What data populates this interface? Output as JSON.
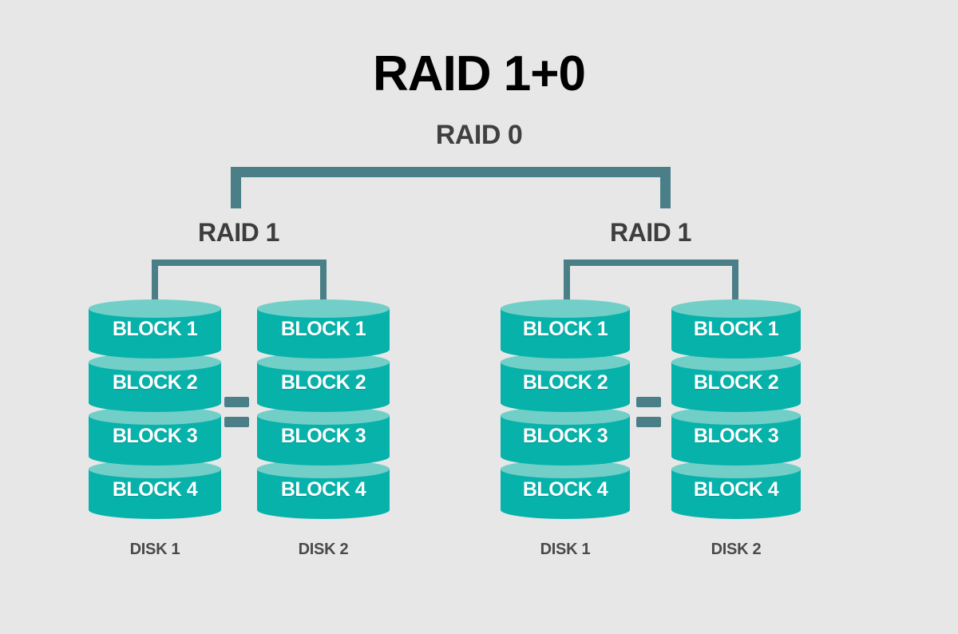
{
  "diagram": {
    "title": "RAID 1+0",
    "top_level_label": "RAID 0",
    "background_color": "#e7e7e7",
    "bracket_color": "#4a7f88",
    "cylinder_top_color": "#72cfc7",
    "cylinder_body_color": "#07b2ab",
    "block_text_color": "#ffffff",
    "title_color": "#000000",
    "label_color": "#404040",
    "equals_symbol": "=",
    "mirror_groups": [
      {
        "label": "RAID 1",
        "disks": [
          {
            "caption": "DISK 1",
            "blocks": [
              "BLOCK 1",
              "BLOCK 2",
              "BLOCK 3",
              "BLOCK 4"
            ]
          },
          {
            "caption": "DISK 2",
            "blocks": [
              "BLOCK 1",
              "BLOCK 2",
              "BLOCK 3",
              "BLOCK 4"
            ]
          }
        ]
      },
      {
        "label": "RAID 1",
        "disks": [
          {
            "caption": "DISK 1",
            "blocks": [
              "BLOCK 1",
              "BLOCK 2",
              "BLOCK 3",
              "BLOCK 4"
            ]
          },
          {
            "caption": "DISK 2",
            "blocks": [
              "BLOCK 1",
              "BLOCK 2",
              "BLOCK 3",
              "BLOCK 4"
            ]
          }
        ]
      }
    ]
  }
}
